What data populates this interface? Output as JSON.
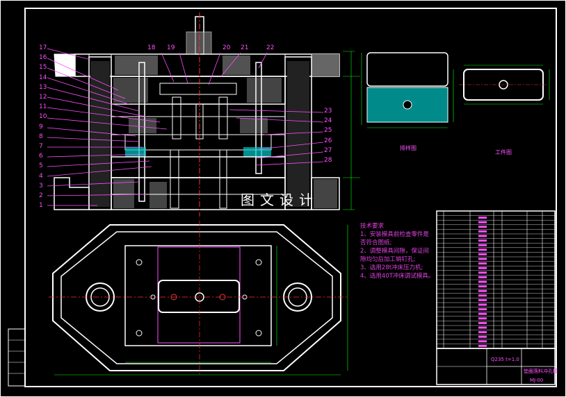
{
  "watermark": "图文设计",
  "part_numbers_left": [
    "17",
    "16",
    "15",
    "14",
    "13",
    "12",
    "11",
    "10",
    "9",
    "8",
    "7",
    "6",
    "5",
    "4",
    "3",
    "2",
    "1"
  ],
  "part_numbers_top": [
    "18",
    "19",
    "20",
    "21",
    "22"
  ],
  "part_numbers_right": [
    "23",
    "24",
    "25",
    "26",
    "27",
    "28"
  ],
  "view_labels": {
    "blank": "排样图",
    "part": "工件图"
  },
  "tech_requirements": {
    "title": "技术要求",
    "lines": [
      "1、安装模具前检查零件是",
      "否符合图纸;",
      "2、调整模具间隙，保证间",
      "隙均匀后加工销钉孔;",
      "3、选用28t冲床压力机;",
      "4、选用40T冲床调试模具。"
    ]
  },
  "title_block": {
    "material": "Q235 t=1.0",
    "name": "垫圈落料冲孔模",
    "drawing_no": "MJ-00"
  },
  "colors": {
    "background": "#000000",
    "outline": "#ffffff",
    "annotation": "#ff50ff",
    "section_hatch": "#00c8c8",
    "centerline": "#ff3030",
    "dimension": "#00ff00"
  }
}
